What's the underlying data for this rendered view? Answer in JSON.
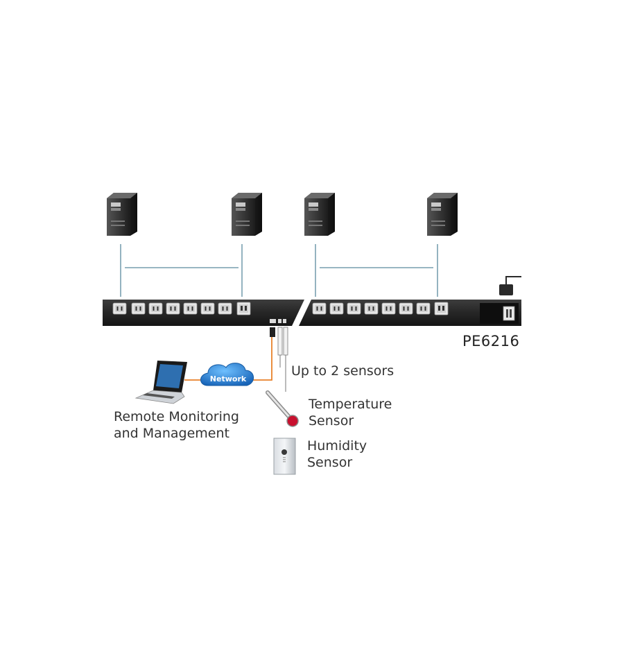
{
  "product": {
    "model": "PE6216"
  },
  "labels": {
    "network": "Network",
    "sensors_count": "Up to 2 sensors",
    "remote_line1": "Remote Monitoring",
    "remote_line2": "and Management",
    "temperature_line1": "Temperature",
    "temperature_line2": "Sensor",
    "humidity_line1": "Humidity",
    "humidity_line2": "Sensor"
  },
  "colors": {
    "pdu_body": "#2a2a2a",
    "connector_line": "#5b8a9e",
    "network_cable": "#e8812a",
    "cloud": "#1f7fcf",
    "thermometer_bulb": "#c8102e"
  },
  "icons": {
    "server": "server-tower-icon",
    "outlet": "power-outlet-icon",
    "laptop": "laptop-icon",
    "cloud": "network-cloud-icon",
    "thermometer": "thermometer-icon",
    "humidity": "humidity-sensor-icon",
    "power": "power-switch-icon",
    "plug": "power-plug-icon"
  }
}
